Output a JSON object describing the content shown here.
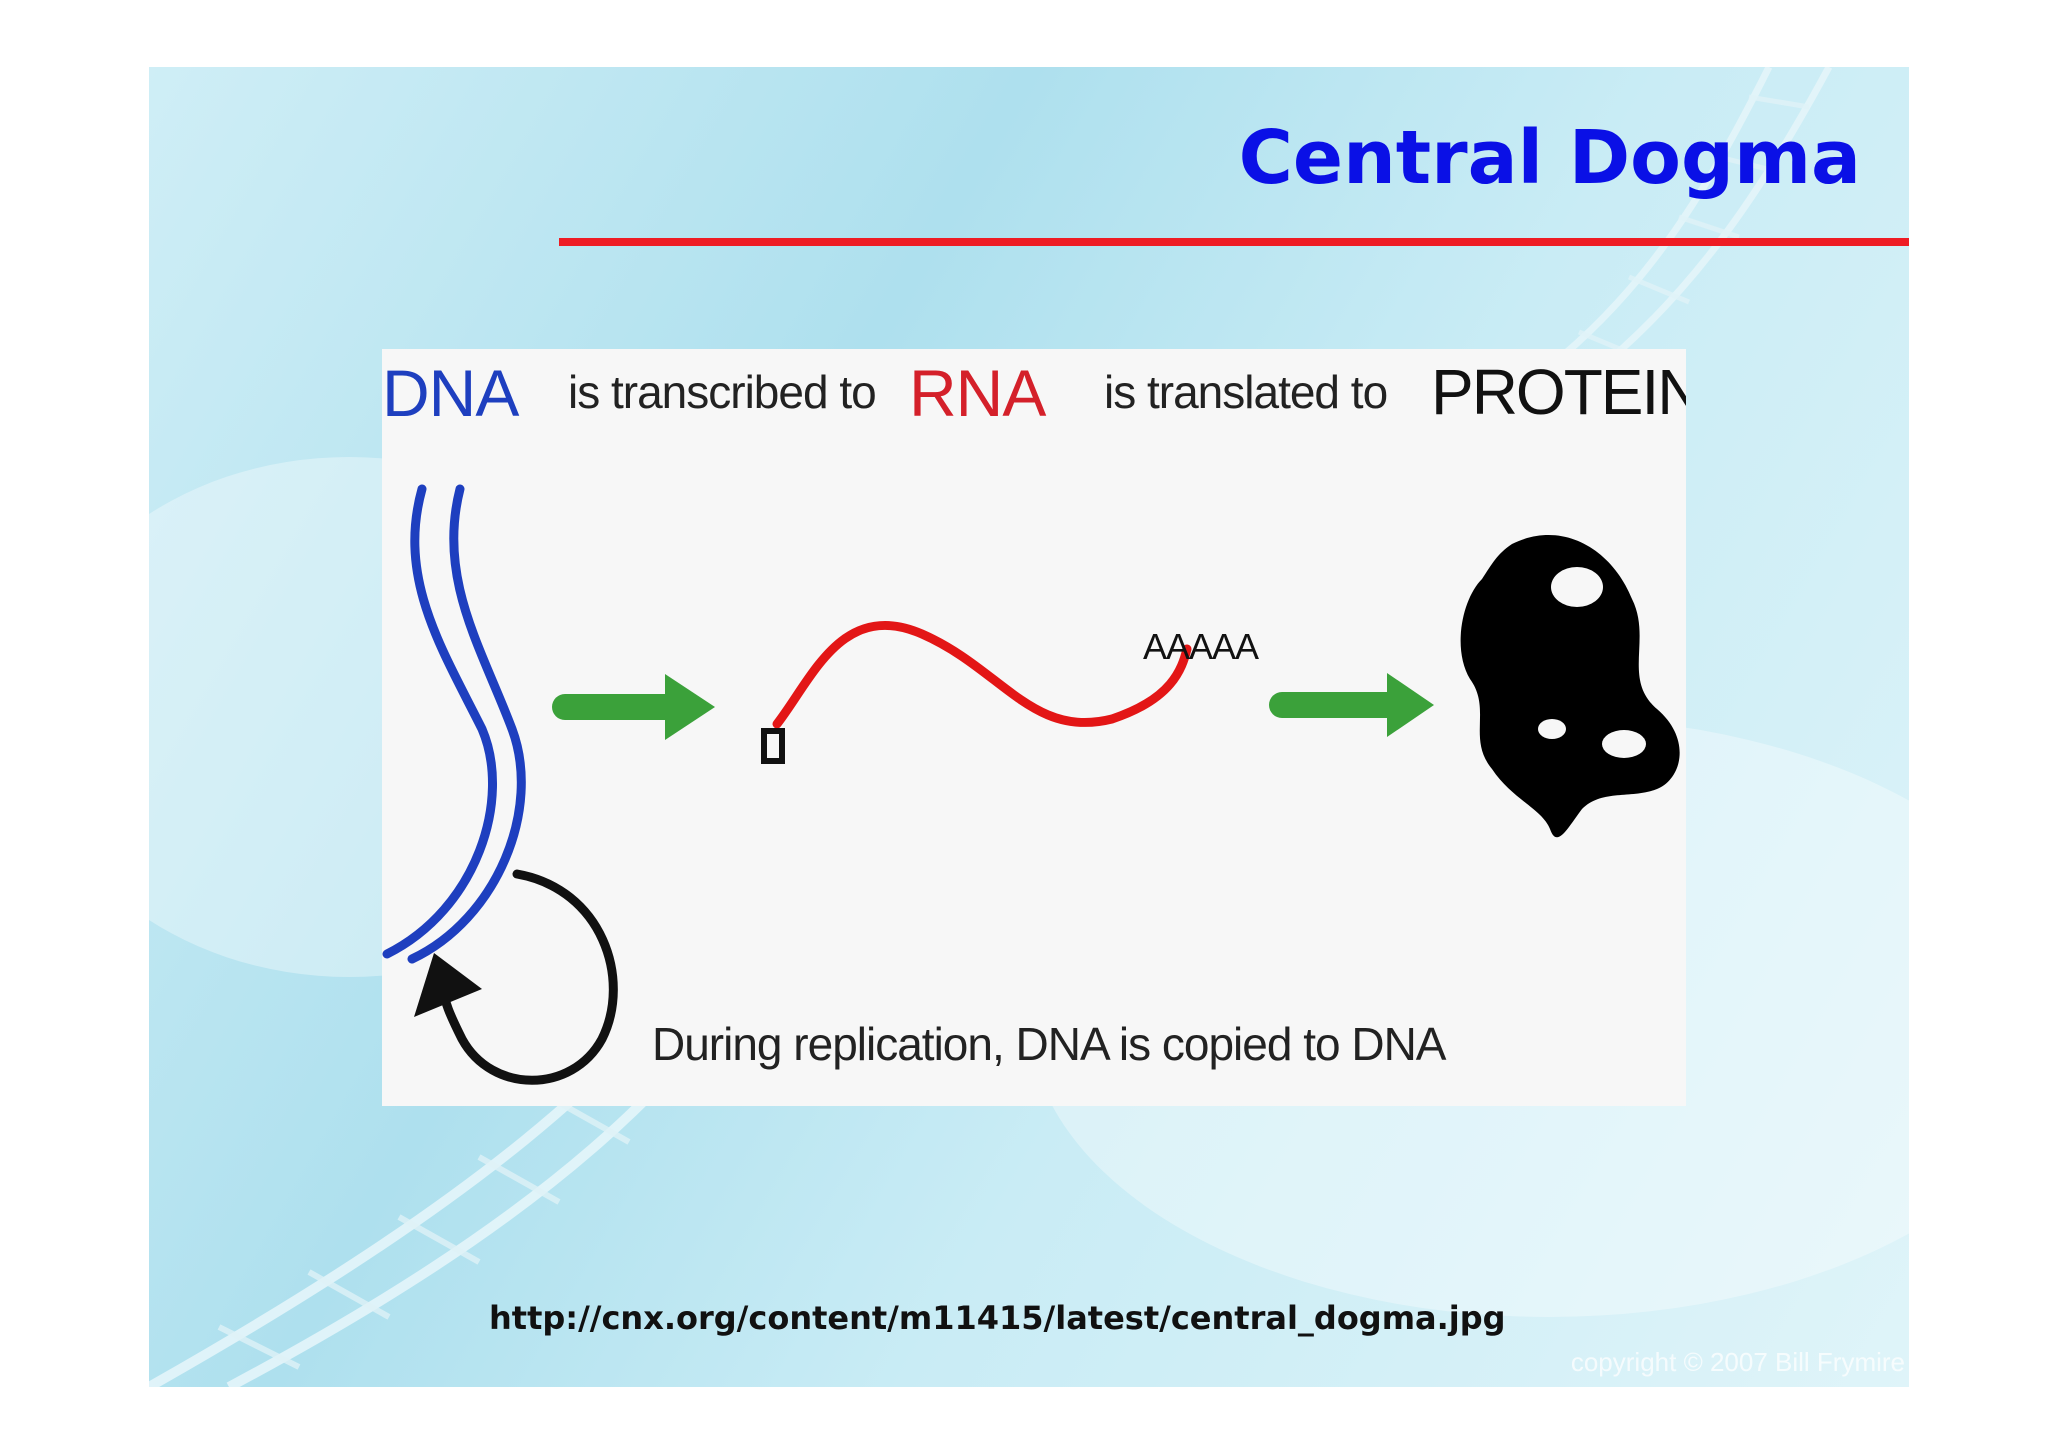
{
  "slide": {
    "title": "Central Dogma",
    "source_url": "http://cnx.org/content/m11415/latest/central_dogma.jpg",
    "copyright": "copyright © 2007 Bill Frymire",
    "colors": {
      "title": "#0a10e6",
      "rule": "#ee1c24",
      "background": "#bfe7f2"
    }
  },
  "diagram": {
    "labels": {
      "dna": "DNA",
      "transcribed": "is transcribed to",
      "rna": "RNA",
      "translated": "is translated to",
      "protein": "PROTEIN",
      "poly_a": "AAAAA",
      "replication": "During replication, DNA is copied to DNA"
    },
    "colors": {
      "dna": "#1e3fbf",
      "rna": "#d4202a",
      "arrow": "#3ba13a",
      "protein": "#000000"
    },
    "icons": {
      "dna_strand": "double-helix-strand",
      "rna_strand": "wavy-strand",
      "flow_arrow": "arrow-right",
      "replication_loop": "circular-arrow",
      "protein_shape": "folded-protein-blob"
    }
  }
}
